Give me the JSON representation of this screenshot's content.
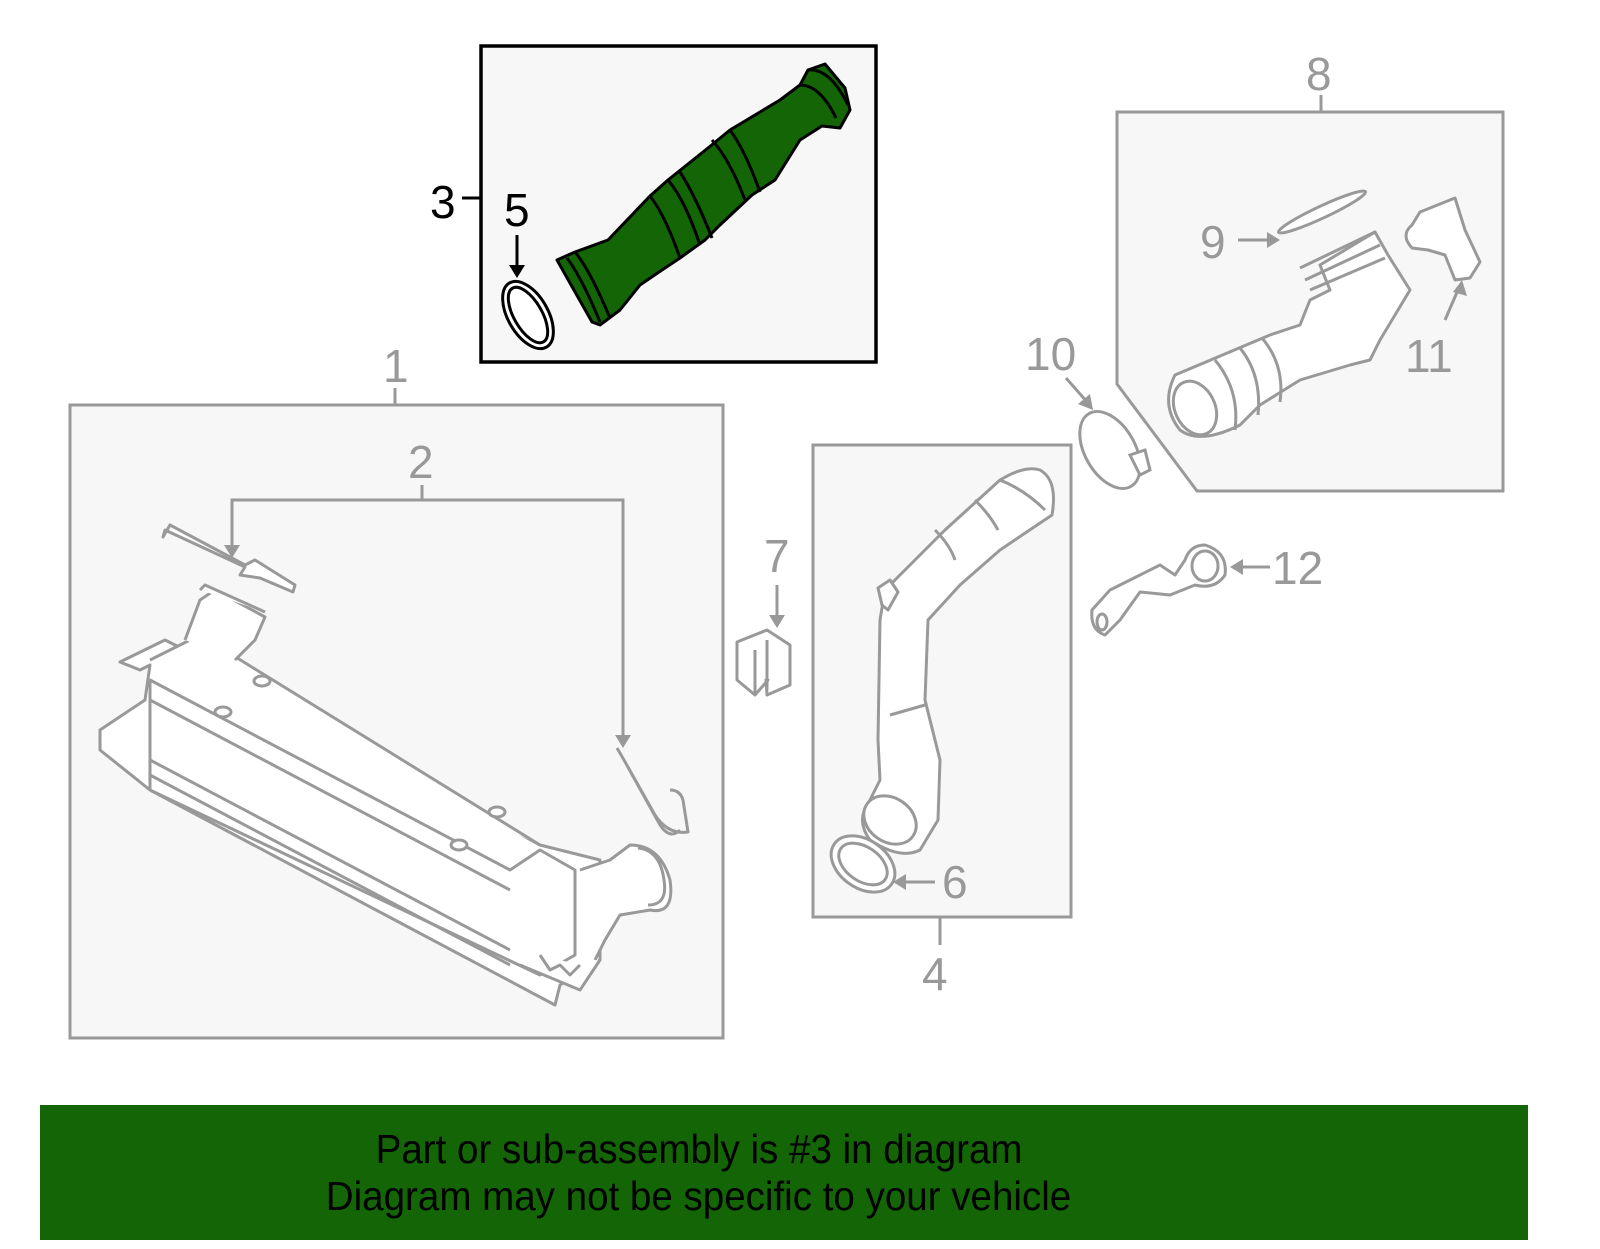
{
  "diagram": {
    "callouts": [
      {
        "id": "1",
        "label": "1",
        "part": "intercooler-assembly"
      },
      {
        "id": "2",
        "label": "2",
        "part": "brackets"
      },
      {
        "id": "3",
        "label": "3",
        "part": "air-intake-hose",
        "highlighted": true
      },
      {
        "id": "4",
        "label": "4",
        "part": "charge-air-pipe-assembly"
      },
      {
        "id": "5",
        "label": "5",
        "part": "seal-ring"
      },
      {
        "id": "6",
        "label": "6",
        "part": "seal-ring"
      },
      {
        "id": "7",
        "label": "7",
        "part": "grommet-block"
      },
      {
        "id": "8",
        "label": "8",
        "part": "throttle-inlet-pipe-assembly"
      },
      {
        "id": "9",
        "label": "9",
        "part": "seal-ring"
      },
      {
        "id": "10",
        "label": "10",
        "part": "hose-clamp"
      },
      {
        "id": "11",
        "label": "11",
        "part": "sensor"
      },
      {
        "id": "12",
        "label": "12",
        "part": "bracket"
      }
    ],
    "colors": {
      "highlight_fill": "#136506",
      "highlight_stroke": "#000000",
      "part_stroke": "#999999",
      "panel_fill": "#f7f7f7",
      "highlight_panel_stroke": "#000000"
    }
  },
  "banner": {
    "line1": "Part or sub-assembly is #3 in diagram",
    "line2": "Diagram may not be specific to your vehicle",
    "background": "#136506"
  }
}
